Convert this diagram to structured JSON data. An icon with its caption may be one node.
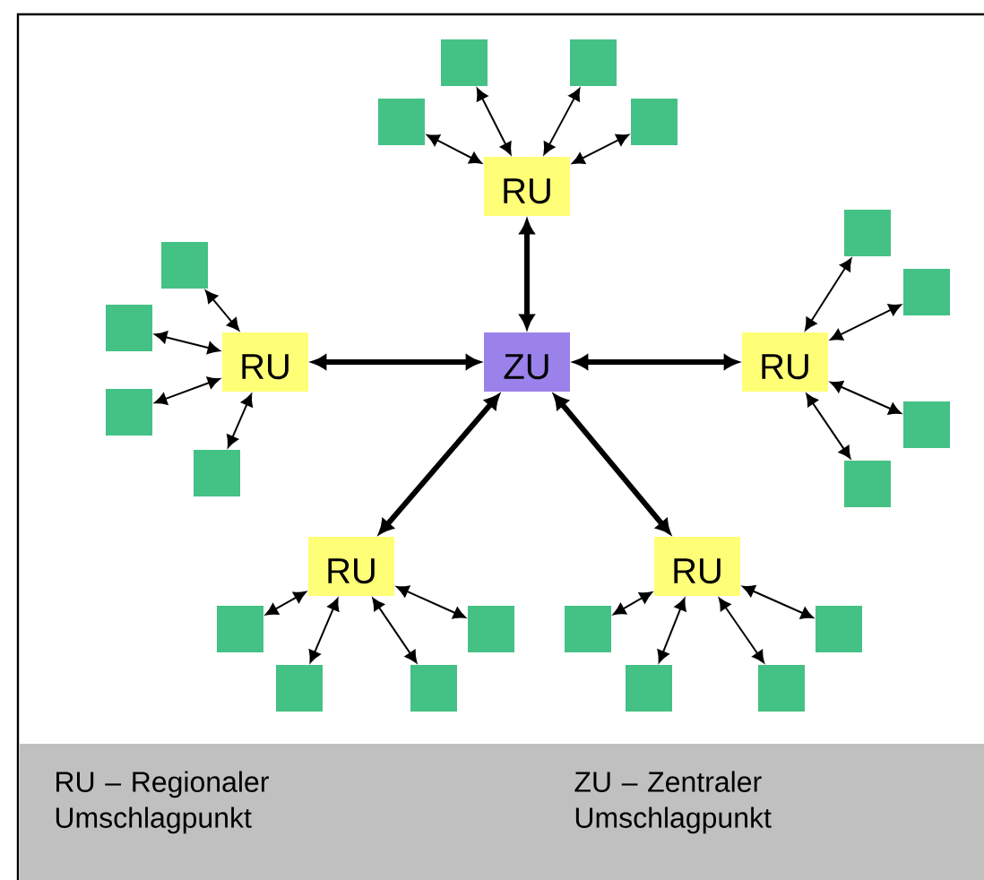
{
  "diagram": {
    "nodes": [
      {
        "text": [
          "ZU"
        ]
      },
      {
        "text": [
          "RU"
        ]
      },
      {
        "text": [
          "RU"
        ]
      },
      {
        "text": [
          "RU"
        ]
      },
      {
        "text": [
          "RU"
        ]
      },
      {
        "text": [
          "RU"
        ]
      },
      {
        "text": [],
        "shape": "box"
      },
      {
        "text": [],
        "shape": "box"
      },
      {
        "text": [],
        "shape": "box"
      },
      {
        "text": [],
        "shape": "box"
      },
      {
        "text": [],
        "shape": "box"
      },
      {
        "text": [],
        "shape": "box"
      },
      {
        "text": [],
        "shape": "box"
      },
      {
        "text": [],
        "shape": "box"
      },
      {
        "text": [],
        "shape": "box"
      },
      {
        "text": [],
        "shape": "box"
      },
      {
        "text": [],
        "shape": "box"
      },
      {
        "text": [],
        "shape": "box"
      },
      {
        "text": [],
        "shape": "box"
      },
      {
        "text": [],
        "shape": "box"
      },
      {
        "text": [],
        "shape": "box"
      },
      {
        "text": [],
        "shape": "box"
      },
      {
        "text": [],
        "shape": "box"
      },
      {
        "text": [],
        "shape": "box"
      },
      {
        "text": [],
        "shape": "box"
      },
      {
        "text": [],
        "shape": "box"
      }
    ],
    "edges": [
      {
        "from": 0,
        "to": 1,
        "arrow": "both",
        "style": "thick"
      },
      {
        "from": 0,
        "to": 2,
        "arrow": "both",
        "style": "thick"
      },
      {
        "from": 0,
        "to": 3,
        "arrow": "both",
        "style": "thick"
      },
      {
        "from": 0,
        "to": 4,
        "arrow": "both",
        "style": "thick"
      },
      {
        "from": 0,
        "to": 5,
        "arrow": "both",
        "style": "thick"
      },
      {
        "from": 1,
        "to": 6,
        "arrow": "both"
      },
      {
        "from": 1,
        "to": 7,
        "arrow": "both"
      },
      {
        "from": 1,
        "to": 8,
        "arrow": "both"
      },
      {
        "from": 1,
        "to": 9,
        "arrow": "both"
      },
      {
        "from": 2,
        "to": 10,
        "arrow": "both"
      },
      {
        "from": 2,
        "to": 11,
        "arrow": "both"
      },
      {
        "from": 2,
        "to": 12,
        "arrow": "both"
      },
      {
        "from": 2,
        "to": 13,
        "arrow": "both"
      },
      {
        "from": 3,
        "to": 14,
        "arrow": "both"
      },
      {
        "from": 3,
        "to": 15,
        "arrow": "both"
      },
      {
        "from": 3,
        "to": 16,
        "arrow": "both"
      },
      {
        "from": 3,
        "to": 17,
        "arrow": "both"
      },
      {
        "from": 4,
        "to": 18,
        "arrow": "both"
      },
      {
        "from": 4,
        "to": 19,
        "arrow": "both"
      },
      {
        "from": 4,
        "to": 20,
        "arrow": "both"
      },
      {
        "from": 4,
        "to": 21,
        "arrow": "both"
      },
      {
        "from": 5,
        "to": 22,
        "arrow": "both"
      },
      {
        "from": 5,
        "to": 23,
        "arrow": "both"
      },
      {
        "from": 5,
        "to": 24,
        "arrow": "both"
      },
      {
        "from": 5,
        "to": 25,
        "arrow": "both"
      }
    ],
    "labels": [
      "RU – Regionaler Umschlagpunkt",
      "ZU – Zentraler Umschlagpunkt"
    ]
  }
}
